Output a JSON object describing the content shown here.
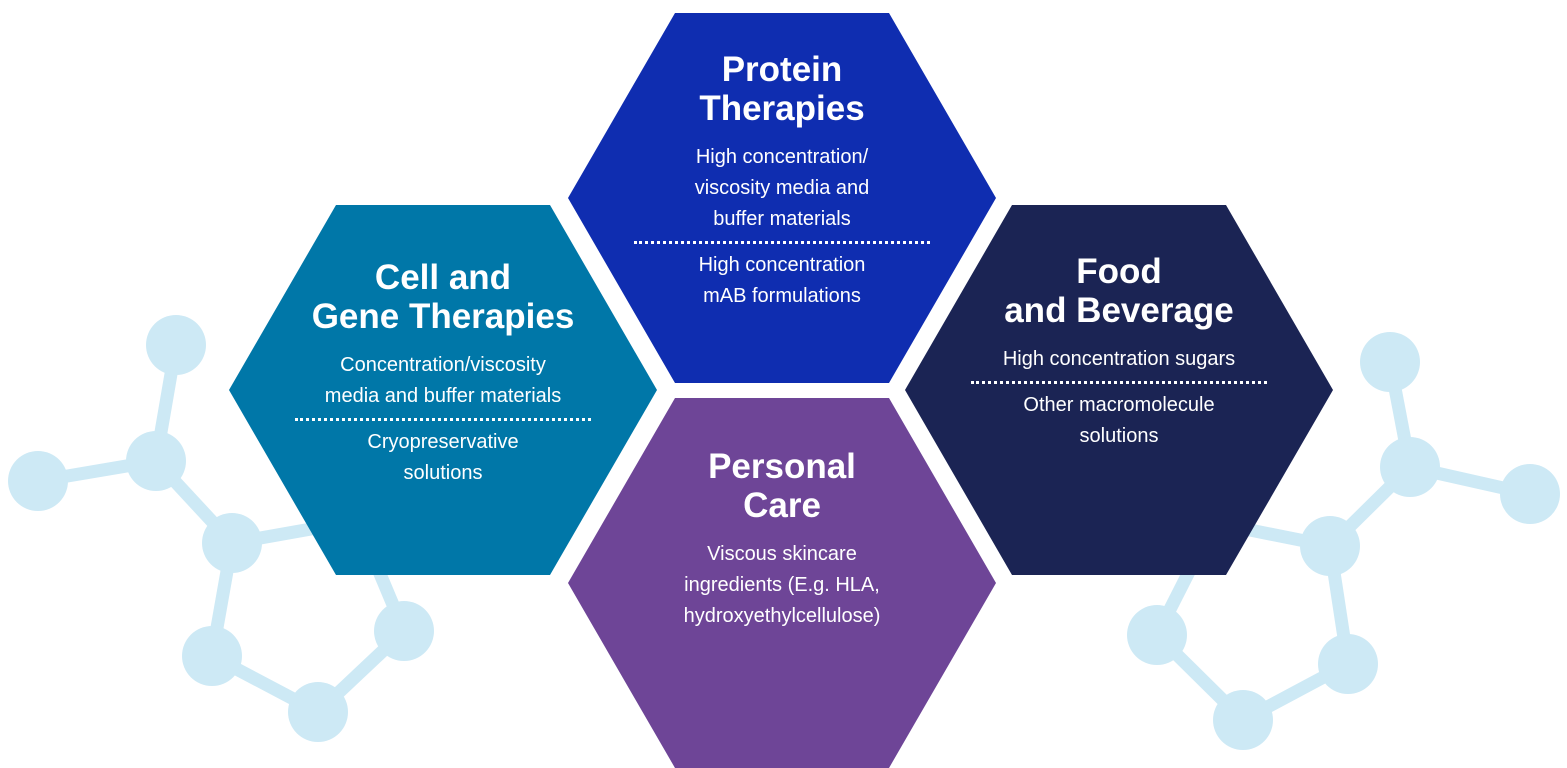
{
  "colors": {
    "protein": "#0f2db0",
    "cell": "#0077a8",
    "food": "#1b2454",
    "personal": "#6e4597",
    "molecule": "#cde9f5"
  },
  "hexagons": {
    "protein": {
      "title_line1": "Protein",
      "title_line2": "Therapies",
      "items": [
        [
          "High concentration/",
          "viscosity media and",
          "buffer materials"
        ],
        [
          "High concentration",
          "mAB formulations"
        ]
      ]
    },
    "cell": {
      "title_line1": "Cell and",
      "title_line2": "Gene Therapies",
      "items": [
        [
          "Concentration/viscosity",
          "media and buffer materials"
        ],
        [
          "Cryopreservative",
          "solutions"
        ]
      ]
    },
    "food": {
      "title_line1": "Food",
      "title_line2": "and Beverage",
      "items": [
        [
          "High concentration sugars"
        ],
        [
          "Other macromolecule",
          "solutions"
        ]
      ]
    },
    "personal": {
      "title_line1": "Personal",
      "title_line2": "Care",
      "items": [
        [
          "Viscous skincare",
          "ingredients (E.g. HLA,",
          "hydroxyethylcellulose)"
        ]
      ]
    }
  }
}
